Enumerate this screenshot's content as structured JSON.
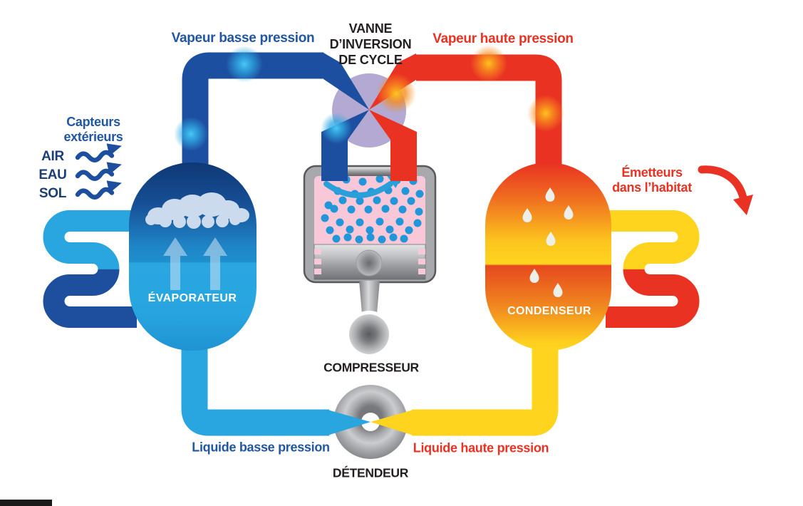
{
  "pipes": {
    "vapor_low_label": "Vapeur basse pression",
    "vapor_high_label": "Vapeur haute pression",
    "liquid_low_label": "Liquide basse pression",
    "liquid_high_label": "Liquide haute pression"
  },
  "reversing_valve": {
    "label_lines": [
      "VANNE",
      "D’INVERSION",
      "DE CYCLE"
    ]
  },
  "heat_source": {
    "collectors_label_lines": [
      "Capteurs",
      "extérieurs"
    ],
    "items": [
      "AIR",
      "EAU",
      "SOL"
    ]
  },
  "evaporator": {
    "label": "ÉVAPORATEUR"
  },
  "condenser": {
    "label": "CONDENSEUR"
  },
  "emitters": {
    "label_lines": [
      "Émetteurs",
      "dans l’habitat"
    ]
  },
  "compressor": {
    "label": "COMPRESSEUR"
  },
  "expansion_valve": {
    "label": "DÉTENDEUR"
  },
  "colors": {
    "pipe_dark_blue": "#1d4fa0",
    "pipe_cyan": "#29a5df",
    "pipe_red": "#ea3223",
    "pipe_yellow": "#ffd41e",
    "valve_purple": "#b3a9d2",
    "compressor_pink": "#f8c8d8",
    "gas_dot_blue": "#2196d8",
    "metal_gray": "#a7a9ac",
    "text_blue": "#2156a3",
    "text_navy": "#1b3e76",
    "text_red": "#e93223",
    "text_black": "#231f20"
  }
}
